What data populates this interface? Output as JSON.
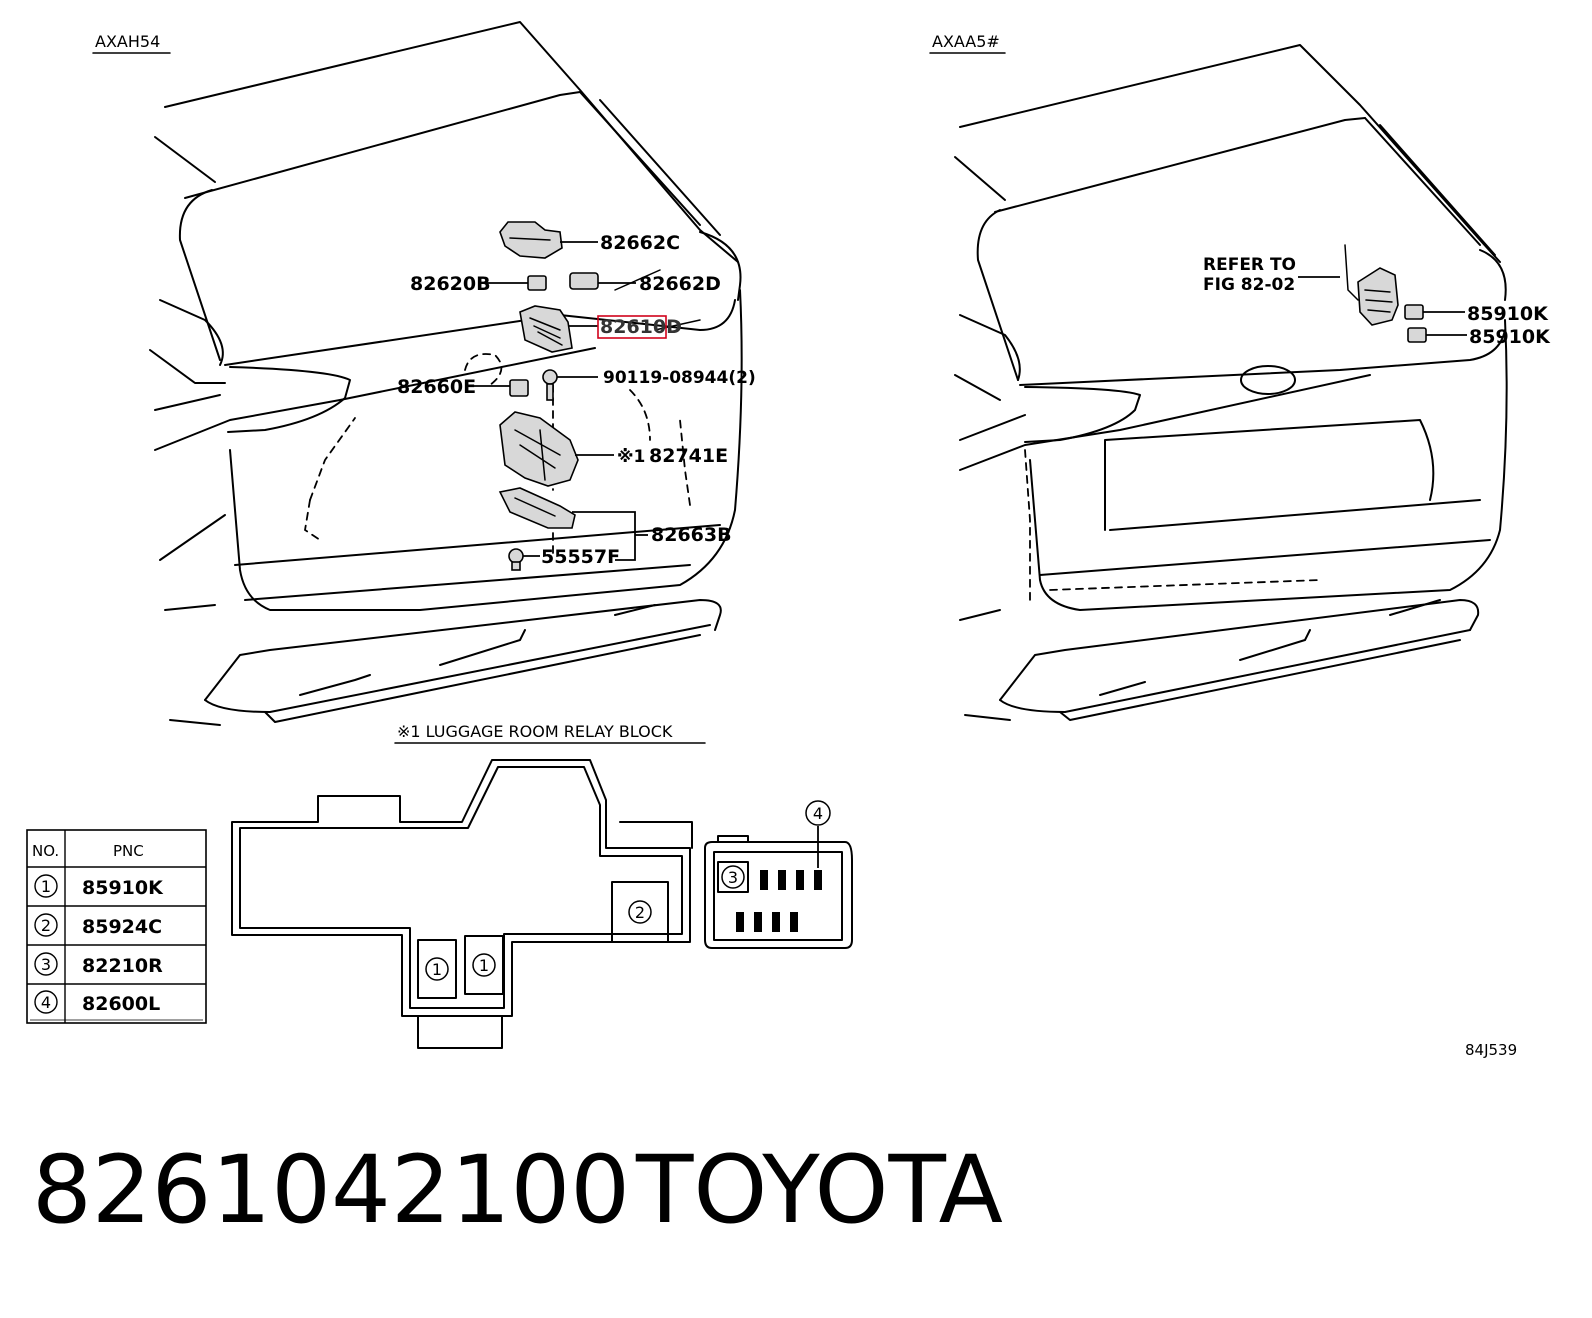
{
  "left_view": {
    "model_tag": "AXAH54",
    "labels": {
      "p1": "82662C",
      "p2": "82620B",
      "p3": "82662D",
      "p4": "82610D",
      "p5": "82660E",
      "p6": "90119-08944(2)",
      "p7_prefix": "※1",
      "p7": "82741E",
      "p8": "82663B",
      "p9": "55557F"
    }
  },
  "right_view": {
    "model_tag": "AXAA5#",
    "refer_line1": "REFER TO",
    "refer_line2": "FIG 82-02",
    "labels": {
      "p1": "85910K",
      "p2": "85910K"
    }
  },
  "relay_block": {
    "title": "※1 LUGGAGE ROOM RELAY BLOCK",
    "callouts": [
      "1",
      "1",
      "2",
      "3",
      "4"
    ]
  },
  "pnc_table": {
    "headers": [
      "NO.",
      "PNC"
    ],
    "rows": [
      {
        "no": "1",
        "pnc": "85910K"
      },
      {
        "no": "2",
        "pnc": "85924C"
      },
      {
        "no": "3",
        "pnc": "82210R"
      },
      {
        "no": "4",
        "pnc": "82600L"
      }
    ]
  },
  "figure_code": "84J539",
  "footer": {
    "part_number": "8261042100",
    "brand": "TOYOTA"
  },
  "colors": {
    "highlight_box": "#d0021b",
    "line": "#000000",
    "background": "#ffffff"
  }
}
